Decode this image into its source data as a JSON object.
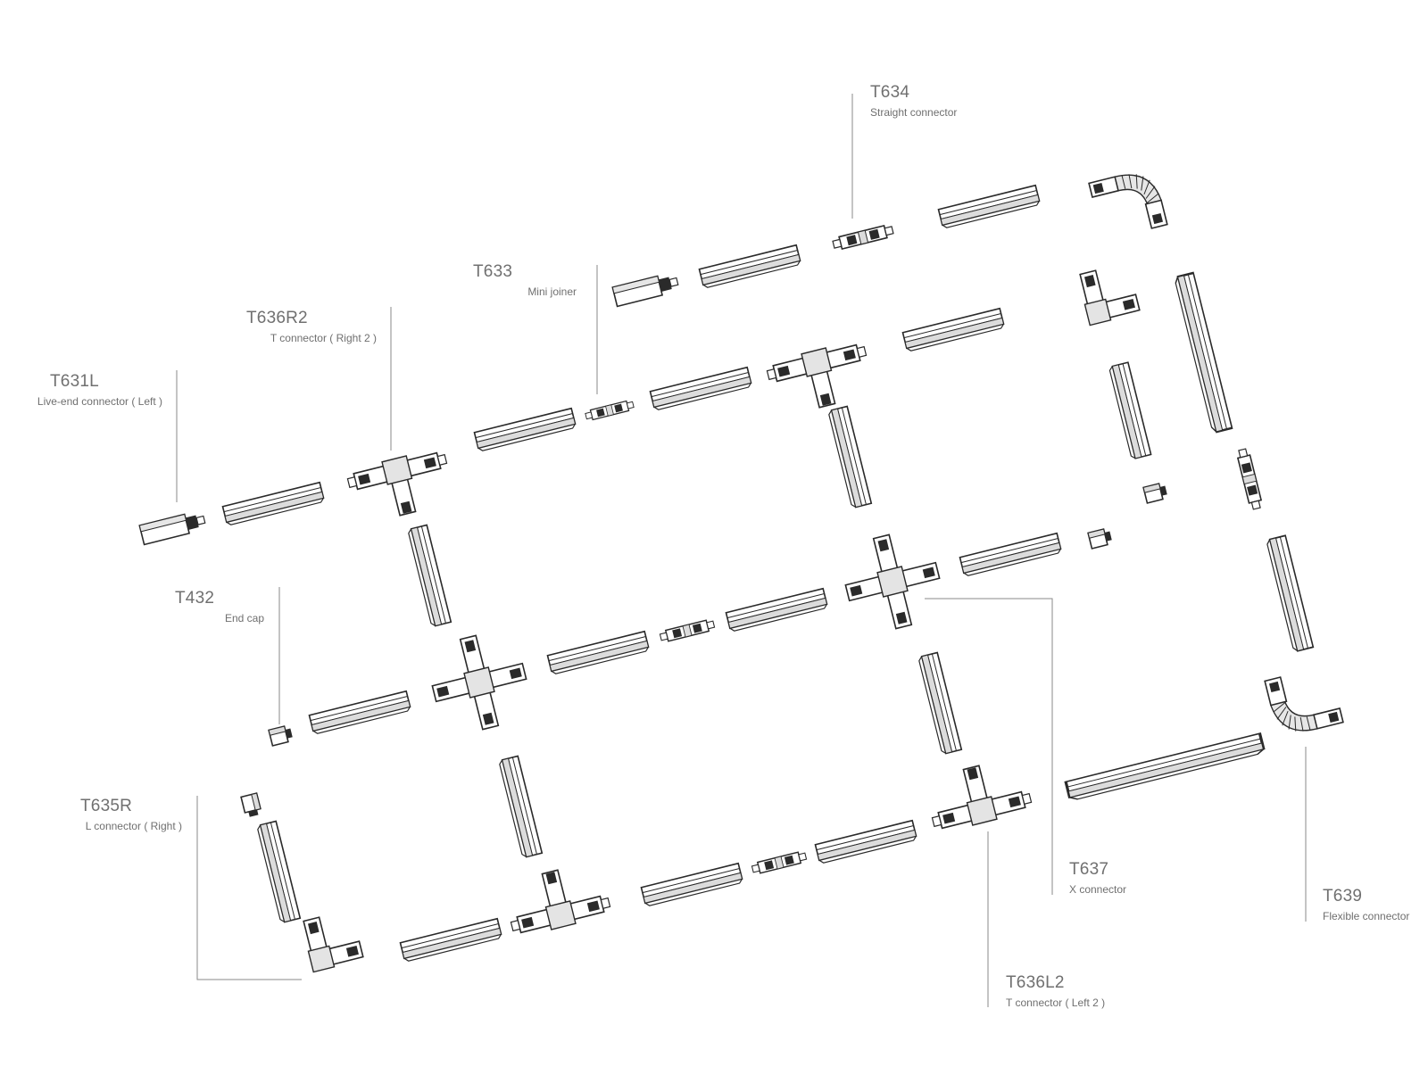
{
  "callouts": [
    {
      "key": "t634",
      "code": "T634",
      "desc": "Straight connector"
    },
    {
      "key": "t633",
      "code": "T633",
      "desc": "Mini joiner"
    },
    {
      "key": "t636r2",
      "code": "T636R2",
      "desc": "T connector ( Right 2 )"
    },
    {
      "key": "t631l",
      "code": "T631L",
      "desc": "Live-end connector ( Left )"
    },
    {
      "key": "t432",
      "code": "T432",
      "desc": "End cap"
    },
    {
      "key": "t635r",
      "code": "T635R",
      "desc": "L connector ( Right )"
    },
    {
      "key": "t637",
      "code": "T637",
      "desc": "X connector"
    },
    {
      "key": "t639",
      "code": "T639",
      "desc": "Flexible connector"
    },
    {
      "key": "t636l2",
      "code": "T636L2",
      "desc": "T connector ( Left 2 )"
    }
  ],
  "colors": {
    "line": "#2a2a2a",
    "fill": "#ffffff",
    "shade": "#d8d8d8",
    "text": "#6b6b6b"
  }
}
